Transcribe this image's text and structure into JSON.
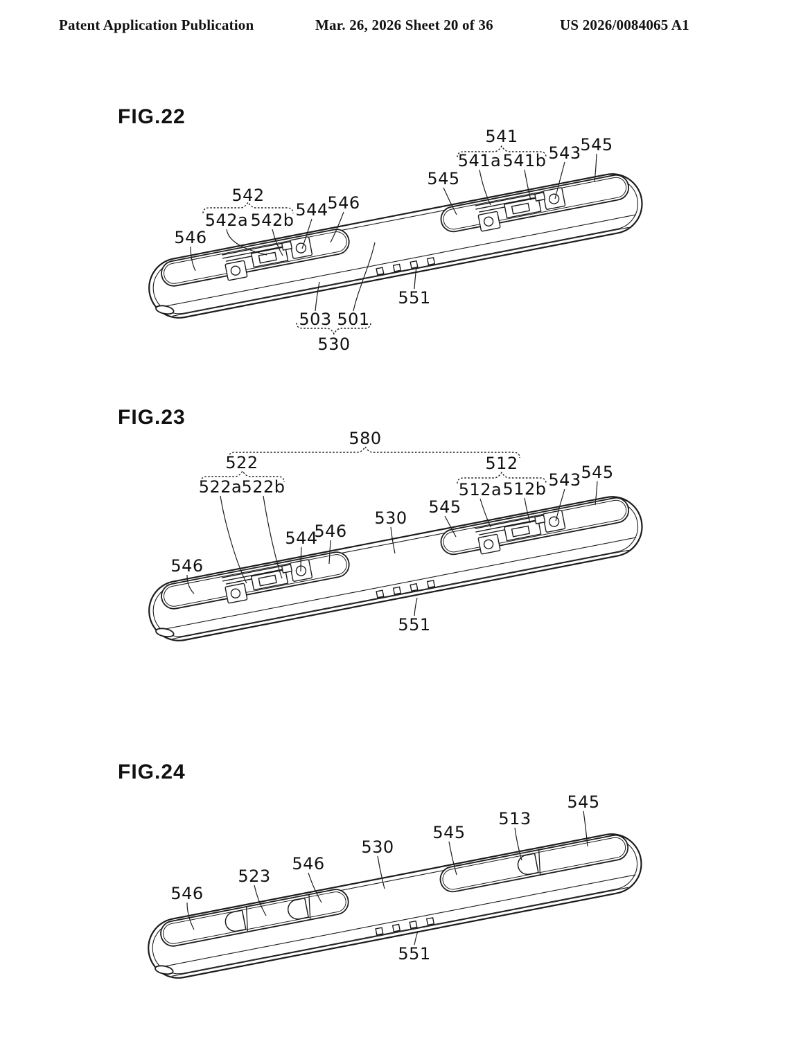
{
  "header": {
    "left": "Patent Application Publication",
    "center": "Mar. 26, 2026  Sheet 20 of 36",
    "right": "US 2026/0084065 A1"
  },
  "figures": [
    {
      "title": "FIG.22",
      "labels": [
        "541",
        "541a",
        "541b",
        "543",
        "545",
        "545",
        "542",
        "542a",
        "542b",
        "544",
        "546",
        "546",
        "551",
        "503",
        "501",
        "530"
      ]
    },
    {
      "title": "FIG.23",
      "labels": [
        "580",
        "522",
        "522a",
        "522b",
        "512",
        "512a",
        "512b",
        "543",
        "545",
        "545",
        "530",
        "544",
        "546",
        "546",
        "551"
      ]
    },
    {
      "title": "FIG.24",
      "labels": [
        "545",
        "513",
        "545",
        "530",
        "546",
        "523",
        "546",
        "551"
      ]
    }
  ]
}
